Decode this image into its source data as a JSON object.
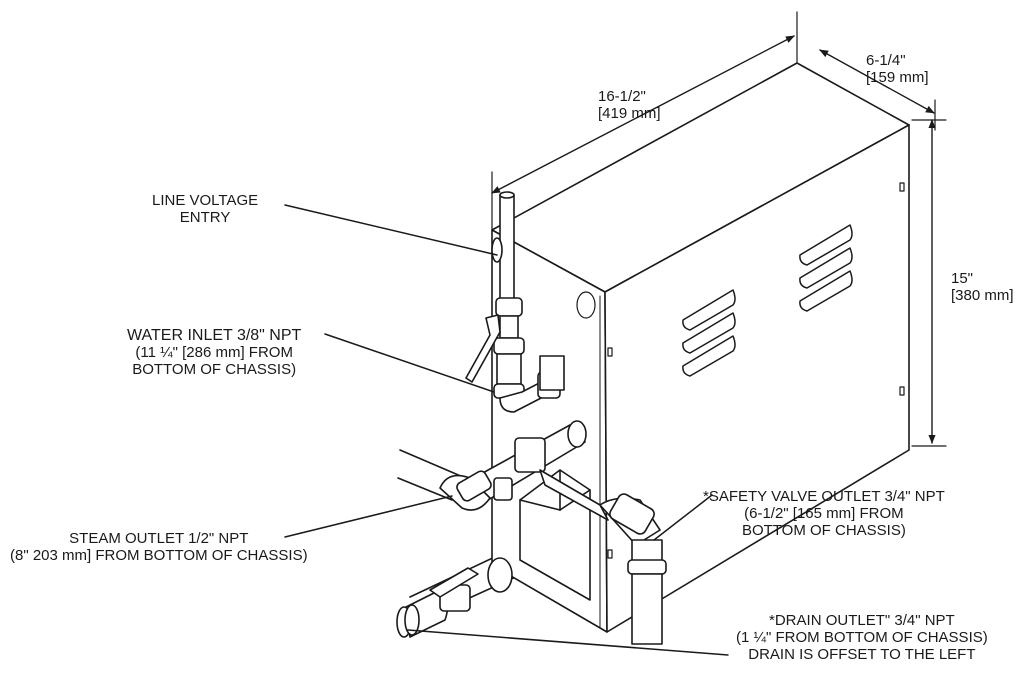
{
  "dimensions": {
    "width": {
      "imperial": "16-1/2\"",
      "metric": "[419 mm]"
    },
    "depth": {
      "imperial": "6-1/4\"",
      "metric": "[159 mm]"
    },
    "height": {
      "imperial": "15\"",
      "metric": "[380 mm]"
    }
  },
  "callouts": {
    "line_voltage": {
      "line1": "LINE VOLTAGE",
      "line2": "ENTRY"
    },
    "water_inlet": {
      "line1": "WATER INLET 3/8\" NPT",
      "line2": "(11 ¼\" [286 mm] FROM",
      "line3": "BOTTOM OF CHASSIS)"
    },
    "steam_outlet": {
      "line1": "STEAM OUTLET 1/2\" NPT",
      "line2": "(8\" 203 mm] FROM BOTTOM OF CHASSIS)"
    },
    "safety_valve": {
      "line1": "*SAFETY VALVE OUTLET  3/4\" NPT",
      "line2": "(6-1/2\" [165 mm] FROM",
      "line3": "BOTTOM OF CHASSIS)"
    },
    "drain_outlet": {
      "line1": "*DRAIN OUTLET\" 3/4\" NPT",
      "line2": "(1 ¼\" FROM BOTTOM OF CHASSIS)",
      "line3": "DRAIN IS OFFSET TO THE LEFT"
    }
  }
}
